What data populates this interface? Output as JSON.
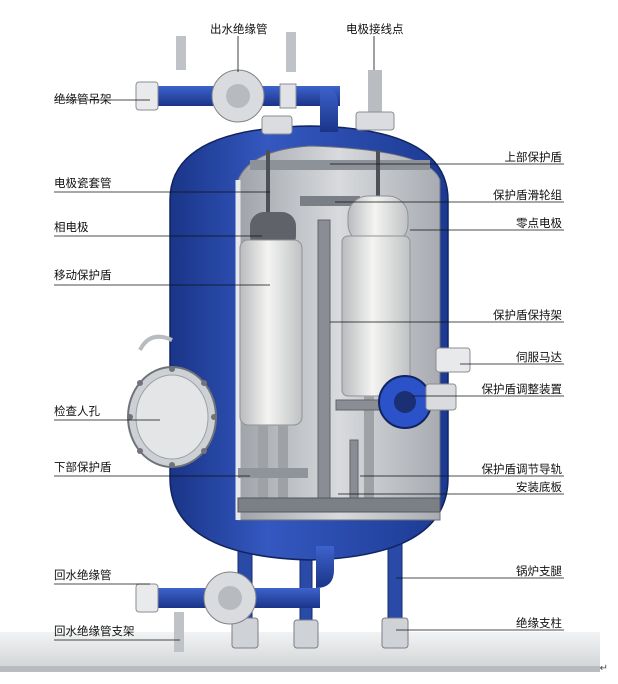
{
  "labels": {
    "left": [
      "绝缘管吊架",
      "电极瓷套管",
      "相电极",
      "移动保护盾",
      "检查人孔",
      "下部保护盾",
      "回水绝缘管",
      "回水绝缘管支架"
    ],
    "top": [
      "出水绝缘管",
      "电极接线点"
    ],
    "right": [
      "上部保护盾",
      "保护盾滑轮组",
      "零点电极",
      "保护盾保持架",
      "伺服马达",
      "保护盾调整装置",
      "保护盾调节导轨",
      "安装底板",
      "锅炉支腿",
      "绝缘支柱"
    ]
  },
  "corner_mark": "↵",
  "colors": {
    "shell": "#2848a8",
    "shell_dark": "#16307a",
    "interior": "#c9ccd0",
    "electrode": "#e4e4e2",
    "flange": "#d8d8d8",
    "floor": "#e2e3e5",
    "leader": "#111111"
  }
}
